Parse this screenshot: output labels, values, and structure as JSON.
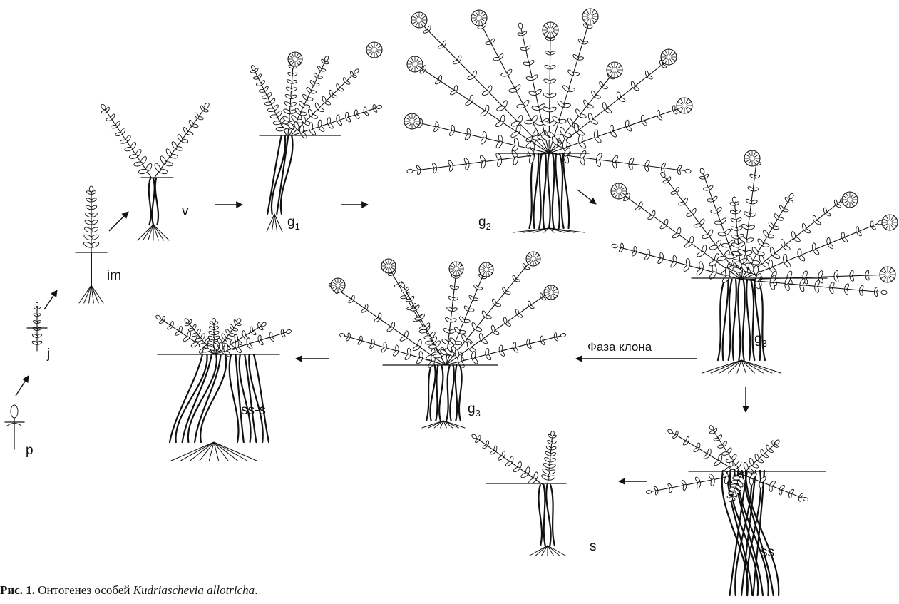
{
  "stages": [
    {
      "id": "p",
      "label": "p",
      "sub": ""
    },
    {
      "id": "j",
      "label": "j",
      "sub": ""
    },
    {
      "id": "im",
      "label": "im",
      "sub": ""
    },
    {
      "id": "v",
      "label": "v",
      "sub": ""
    },
    {
      "id": "g1",
      "label": "g",
      "sub": "1"
    },
    {
      "id": "g2",
      "label": "g",
      "sub": "2"
    },
    {
      "id": "g3a",
      "label": "g",
      "sub": "3"
    },
    {
      "id": "g3b",
      "label": "g",
      "sub": "3"
    },
    {
      "id": "ss",
      "label": "ss",
      "sub": ""
    },
    {
      "id": "s",
      "label": "s",
      "sub": ""
    },
    {
      "id": "sss",
      "label": "ss-s",
      "sub": ""
    }
  ],
  "phase_label": "Фаза клона",
  "caption": {
    "prefix": "Рис. 1.",
    "text": " Онтогенез особей ",
    "species": "Kudriaschevia allotricha",
    "suffix": "."
  }
}
